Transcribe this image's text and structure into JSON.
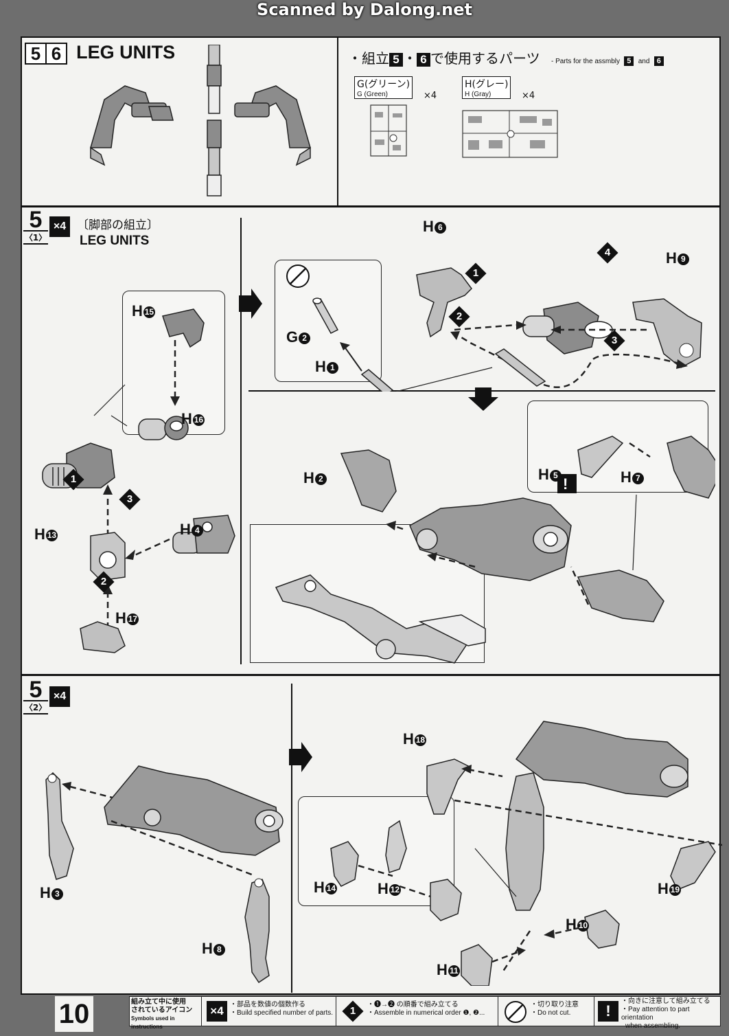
{
  "header": {
    "scanned_by": "Scanned by Dalong.net"
  },
  "top": {
    "step_a": "5",
    "step_b": "6",
    "title": "LEG UNITS",
    "parts_heading_prefix": "・組立",
    "parts_heading_dot": "・",
    "parts_heading_suffix": "で使用するパーツ",
    "parts_caption": "- Parts for the assmbly",
    "parts_caption_and": "and",
    "runner_g": {
      "label": "G(グリーン)",
      "sub": "G (Green)",
      "qty": "×4"
    },
    "runner_h": {
      "label": "H(グレー)",
      "sub": "H (Gray)",
      "qty": "×4"
    }
  },
  "step1": {
    "num": "5",
    "sub": "〈1〉",
    "multiplier": "×4",
    "title_jp": "〔脚部の組立〕",
    "title_en": "LEG UNITS"
  },
  "step2": {
    "num": "5",
    "sub": "〈2〉",
    "multiplier": "×4"
  },
  "order": {
    "n1": "1",
    "n2": "2",
    "n3": "3",
    "n4": "4"
  },
  "parts": {
    "H15": {
      "letter": "H",
      "num": "15"
    },
    "H16": {
      "letter": "H",
      "num": "16"
    },
    "H13": {
      "letter": "H",
      "num": "13"
    },
    "H4": {
      "letter": "H",
      "num": "4"
    },
    "H17": {
      "letter": "H",
      "num": "17"
    },
    "G2": {
      "letter": "G",
      "num": "2"
    },
    "H1": {
      "letter": "H",
      "num": "1"
    },
    "H6": {
      "letter": "H",
      "num": "6"
    },
    "H9": {
      "letter": "H",
      "num": "9"
    },
    "H2": {
      "letter": "H",
      "num": "2"
    },
    "H5": {
      "letter": "H",
      "num": "5"
    },
    "H7": {
      "letter": "H",
      "num": "7"
    },
    "H3": {
      "letter": "H",
      "num": "3"
    },
    "H8": {
      "letter": "H",
      "num": "8"
    },
    "H18": {
      "letter": "H",
      "num": "18"
    },
    "H14": {
      "letter": "H",
      "num": "14"
    },
    "H12": {
      "letter": "H",
      "num": "12"
    },
    "H10": {
      "letter": "H",
      "num": "10"
    },
    "H11": {
      "letter": "H",
      "num": "11"
    },
    "H19": {
      "letter": "H",
      "num": "19"
    }
  },
  "footer": {
    "page_number": "10",
    "legend_title_1": "組み立て中に使用",
    "legend_title_2": "されているアイコン",
    "legend_title_3": "Symbols used in instructions",
    "l1_icon": "×4",
    "l1_jp": "・部品を数値の個数作る",
    "l1_en": "・Build specified number of parts.",
    "l2_icon": "1",
    "l2_jp": "・❶→❷ の順番で組み立てる",
    "l2_en": "・Assemble in numerical order ❶, ❷...",
    "l3_jp": "・切り取り注意",
    "l3_en": "・Do not cut.",
    "l4_icon": "!",
    "l4_jp": "・向きに注意して組み立てる",
    "l4_en_1": "・Pay attention to part orientation",
    "l4_en_2": "when assembling."
  },
  "colors": {
    "ink": "#111111",
    "paper": "#f3f3f1",
    "part_fill": "#8a8a8a",
    "light_part": "#d8d8d8"
  }
}
